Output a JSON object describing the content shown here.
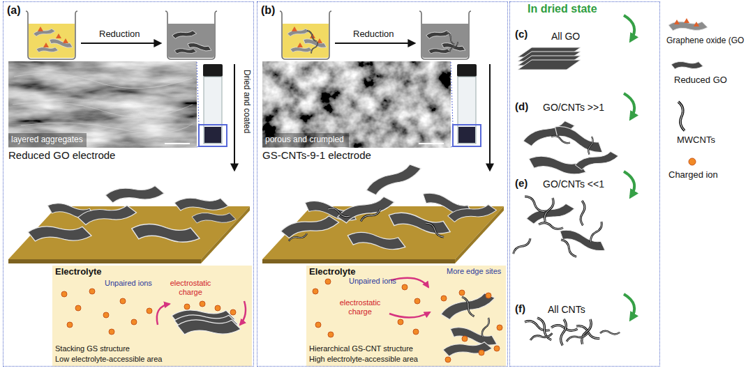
{
  "diagram": {
    "nodes": [
      {
        "text": [
          "(a)"
        ]
      },
      {
        "text": [
          "layered aggregates"
        ],
        "in": 0
      },
      {
        "text": [
          "Electrolyte",
          "Unpaired ions",
          "electrostatic charge",
          "Stacking GS structure",
          "Low electrolyte-accessible area"
        ],
        "in": 0
      },
      {
        "text": [
          "(b)"
        ]
      },
      {
        "text": [
          "porous and crumpled"
        ],
        "in": 3
      },
      {
        "text": [
          "Electrolyte",
          "Unpaired ions",
          "More edge sites",
          "electrostatic charge",
          "Hierarchical GS-CNT structure",
          "High electrolyte-accessible area"
        ],
        "in": 3
      },
      {
        "text": [
          "In dried state"
        ]
      }
    ],
    "labels": [
      "Reduction",
      "Dried and coated",
      "Reduced GO electrode",
      "Reduction",
      "GS-CNTs-9-1 electrode",
      "(c)",
      "All GO",
      "(d)",
      "GO/CNTs >>1",
      "(e)",
      "GO/CNTs <<1",
      "(f)",
      "All CNTs"
    ],
    "legend": [
      {
        "text": "Graphene oxide (GO"
      },
      {
        "text": "Reduced GO"
      },
      {
        "text": "MWCNTs"
      },
      {
        "text": "Charged ion"
      }
    ]
  }
}
